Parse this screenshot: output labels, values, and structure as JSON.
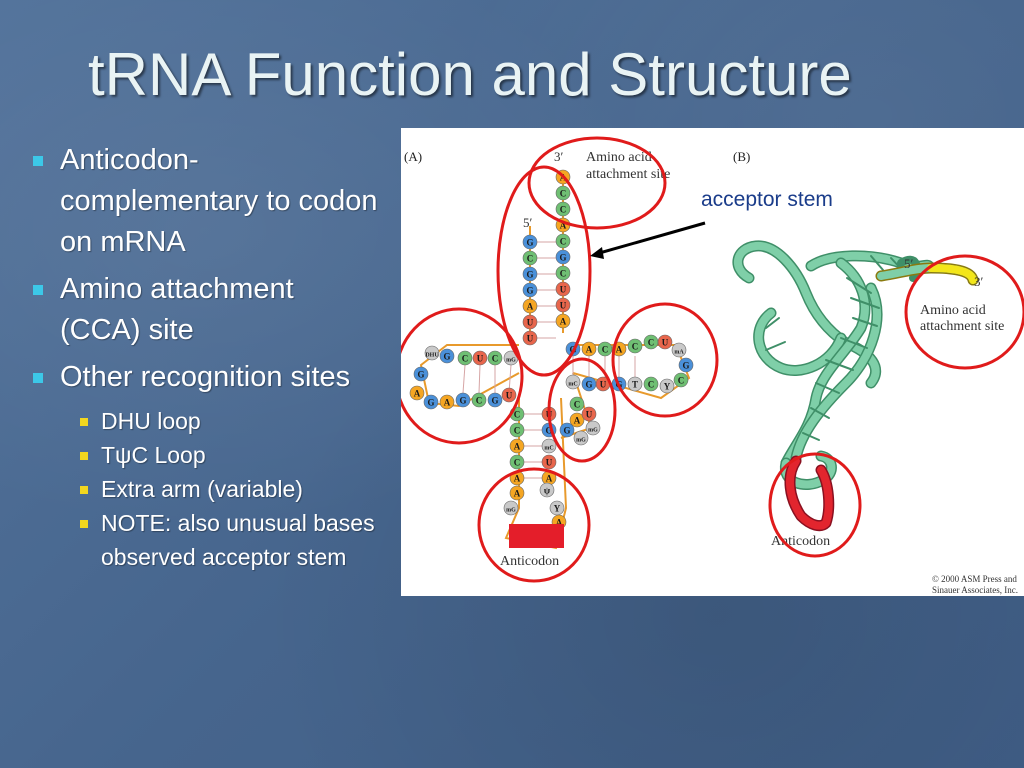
{
  "slide": {
    "title": "tRNA Function and Structure"
  },
  "bullets": [
    {
      "text": "Anticodon- complementary to codon on mRNA"
    },
    {
      "text": "Amino attachment (CCA) site"
    },
    {
      "text": "Other recognition sites",
      "sub": [
        {
          "text": "DHU loop"
        },
        {
          "text": "TψC Loop"
        },
        {
          "text": "Extra arm (variable)"
        },
        {
          "text": "NOTE: also unusual bases observed acceptor stem"
        }
      ]
    }
  ],
  "figure": {
    "panel_a_label": "(A)",
    "panel_b_label": "(B)",
    "three_prime": "3′",
    "five_prime": "5′",
    "amino_line1": "Amino acid",
    "amino_line2": "attachment site",
    "anticodon_label": "Anticodon",
    "b_five_prime": "5′",
    "b_three_prime": "3′",
    "b_amino_line1": "Amino acid",
    "b_amino_line2": "attachment site",
    "b_anticodon_label": "Anticodon",
    "copyright_line1": "© 2000 ASM Press and",
    "copyright_line2": "Sinauer Associates, Inc.",
    "callout": "acceptor stem",
    "acceptor_3prime_strand": [
      "A",
      "C",
      "C",
      "A",
      "C",
      "G",
      "C",
      "U",
      "U",
      "A"
    ],
    "acceptor_5prime_strand": [
      "G",
      "C",
      "G",
      "G",
      "A",
      "U",
      "U"
    ],
    "dhu_arm": [
      "DHU",
      "G",
      "C",
      "U",
      "C",
      "mG",
      "G",
      "A",
      "G",
      "A",
      "G",
      "C",
      "G",
      "U"
    ],
    "tpsic_arm": [
      "G",
      "A",
      "C",
      "A",
      "C",
      "C",
      "U",
      "mA",
      "G",
      "C",
      "Y",
      "C",
      "T",
      "G",
      "U",
      "G",
      "mC"
    ],
    "variable_loop": [
      "mG",
      "C",
      "A",
      "G",
      "mG",
      "U",
      "C"
    ],
    "anticodon_arm": [
      "C",
      "C",
      "A",
      "C",
      "A",
      "U",
      "G",
      "mC",
      "U",
      "A",
      "A",
      "mG",
      "Y",
      "A",
      "ψ",
      "A"
    ],
    "colors": {
      "A": "#f5a623",
      "C": "#6fbf73",
      "G": "#4a90d9",
      "U": "#e8664c",
      "modified": "#c9c9c9",
      "circle": "#e31d1d"
    }
  }
}
